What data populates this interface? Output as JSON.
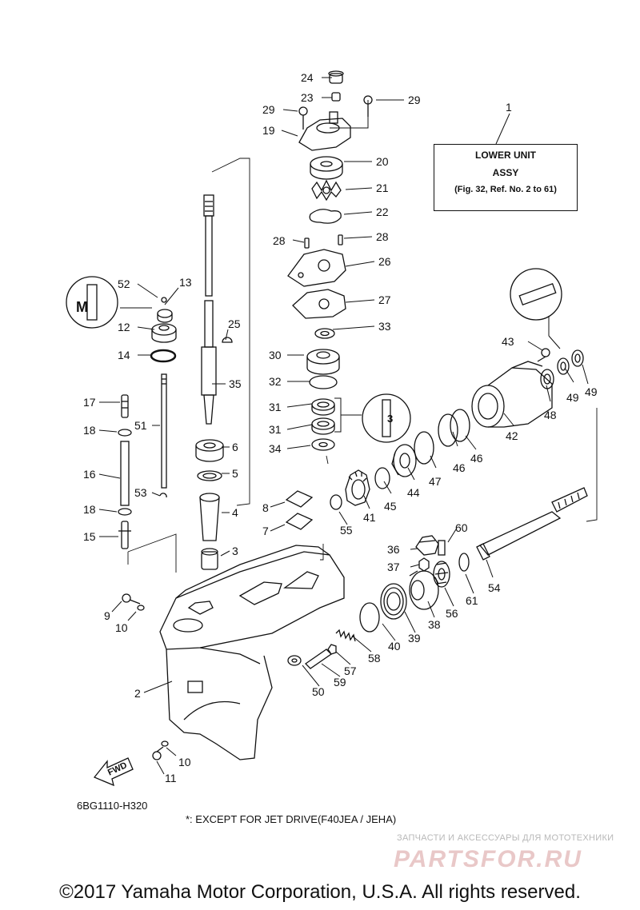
{
  "diagram": {
    "assy_box": {
      "line1": "LOWER UNIT",
      "line2": "ASSY",
      "line3": "(Fig. 32, Ref. No. 2 to 61)"
    },
    "assy_ref": "1",
    "drawing_code": "6BG1110-H320",
    "note": "*: EXCEPT FOR JET DRIVE(F40JEA / JEHA)",
    "fwd_label": "FWD",
    "watermark_line1": "ЗАПЧАСТИ И АКСЕССУАРЫ ДЛЯ МОТОТЕХНИКИ",
    "watermark_line2": "PARTSFOR.RU",
    "copyright": "©2017 Yamaha Motor Corporation, U.S.A. All rights reserved.",
    "callouts": [
      {
        "id": "c24",
        "text": "24"
      },
      {
        "id": "c23",
        "text": "23"
      },
      {
        "id": "c29a",
        "text": "29"
      },
      {
        "id": "c29b",
        "text": "29"
      },
      {
        "id": "c19",
        "text": "19"
      },
      {
        "id": "c20",
        "text": "20"
      },
      {
        "id": "c21",
        "text": "21"
      },
      {
        "id": "c22",
        "text": "22"
      },
      {
        "id": "c28a",
        "text": "28"
      },
      {
        "id": "c28b",
        "text": "28"
      },
      {
        "id": "c26",
        "text": "26"
      },
      {
        "id": "c27",
        "text": "27"
      },
      {
        "id": "c33",
        "text": "33"
      },
      {
        "id": "c30",
        "text": "30"
      },
      {
        "id": "c32",
        "text": "32"
      },
      {
        "id": "c31a",
        "text": "31"
      },
      {
        "id": "c31b",
        "text": "31"
      },
      {
        "id": "c34",
        "text": "34"
      },
      {
        "id": "c52",
        "text": "52"
      },
      {
        "id": "c13",
        "text": "13"
      },
      {
        "id": "c12",
        "text": "12"
      },
      {
        "id": "c14",
        "text": "14"
      },
      {
        "id": "c25",
        "text": "25"
      },
      {
        "id": "c35",
        "text": "35"
      },
      {
        "id": "c17",
        "text": "17"
      },
      {
        "id": "c18a",
        "text": "18"
      },
      {
        "id": "c51",
        "text": "51"
      },
      {
        "id": "c6",
        "text": "6"
      },
      {
        "id": "c5",
        "text": "5"
      },
      {
        "id": "c16",
        "text": "16"
      },
      {
        "id": "c53",
        "text": "53"
      },
      {
        "id": "c18b",
        "text": "18"
      },
      {
        "id": "c4",
        "text": "4"
      },
      {
        "id": "c15",
        "text": "15"
      },
      {
        "id": "c3",
        "text": "3"
      },
      {
        "id": "c8",
        "text": "8"
      },
      {
        "id": "c7",
        "text": "7"
      },
      {
        "id": "c9",
        "text": "9"
      },
      {
        "id": "c10a",
        "text": "10"
      },
      {
        "id": "c2",
        "text": "2"
      },
      {
        "id": "c10b",
        "text": "10"
      },
      {
        "id": "c11",
        "text": "11"
      },
      {
        "id": "c43",
        "text": "43"
      },
      {
        "id": "c48",
        "text": "48"
      },
      {
        "id": "c49a",
        "text": "49"
      },
      {
        "id": "c49b",
        "text": "49"
      },
      {
        "id": "c42",
        "text": "42"
      },
      {
        "id": "c46a",
        "text": "46"
      },
      {
        "id": "c46b",
        "text": "46"
      },
      {
        "id": "c47",
        "text": "47"
      },
      {
        "id": "c44",
        "text": "44"
      },
      {
        "id": "c45",
        "text": "45"
      },
      {
        "id": "c41",
        "text": "41"
      },
      {
        "id": "c55",
        "text": "55"
      },
      {
        "id": "c60",
        "text": "60"
      },
      {
        "id": "c36",
        "text": "36"
      },
      {
        "id": "c37",
        "text": "37"
      },
      {
        "id": "c54",
        "text": "54"
      },
      {
        "id": "c61",
        "text": "61"
      },
      {
        "id": "c56",
        "text": "56"
      },
      {
        "id": "c38",
        "text": "38"
      },
      {
        "id": "c39",
        "text": "39"
      },
      {
        "id": "c40",
        "text": "40"
      },
      {
        "id": "c58",
        "text": "58"
      },
      {
        "id": "c57",
        "text": "57"
      },
      {
        "id": "c59",
        "text": "59"
      },
      {
        "id": "c50",
        "text": "50"
      }
    ]
  }
}
